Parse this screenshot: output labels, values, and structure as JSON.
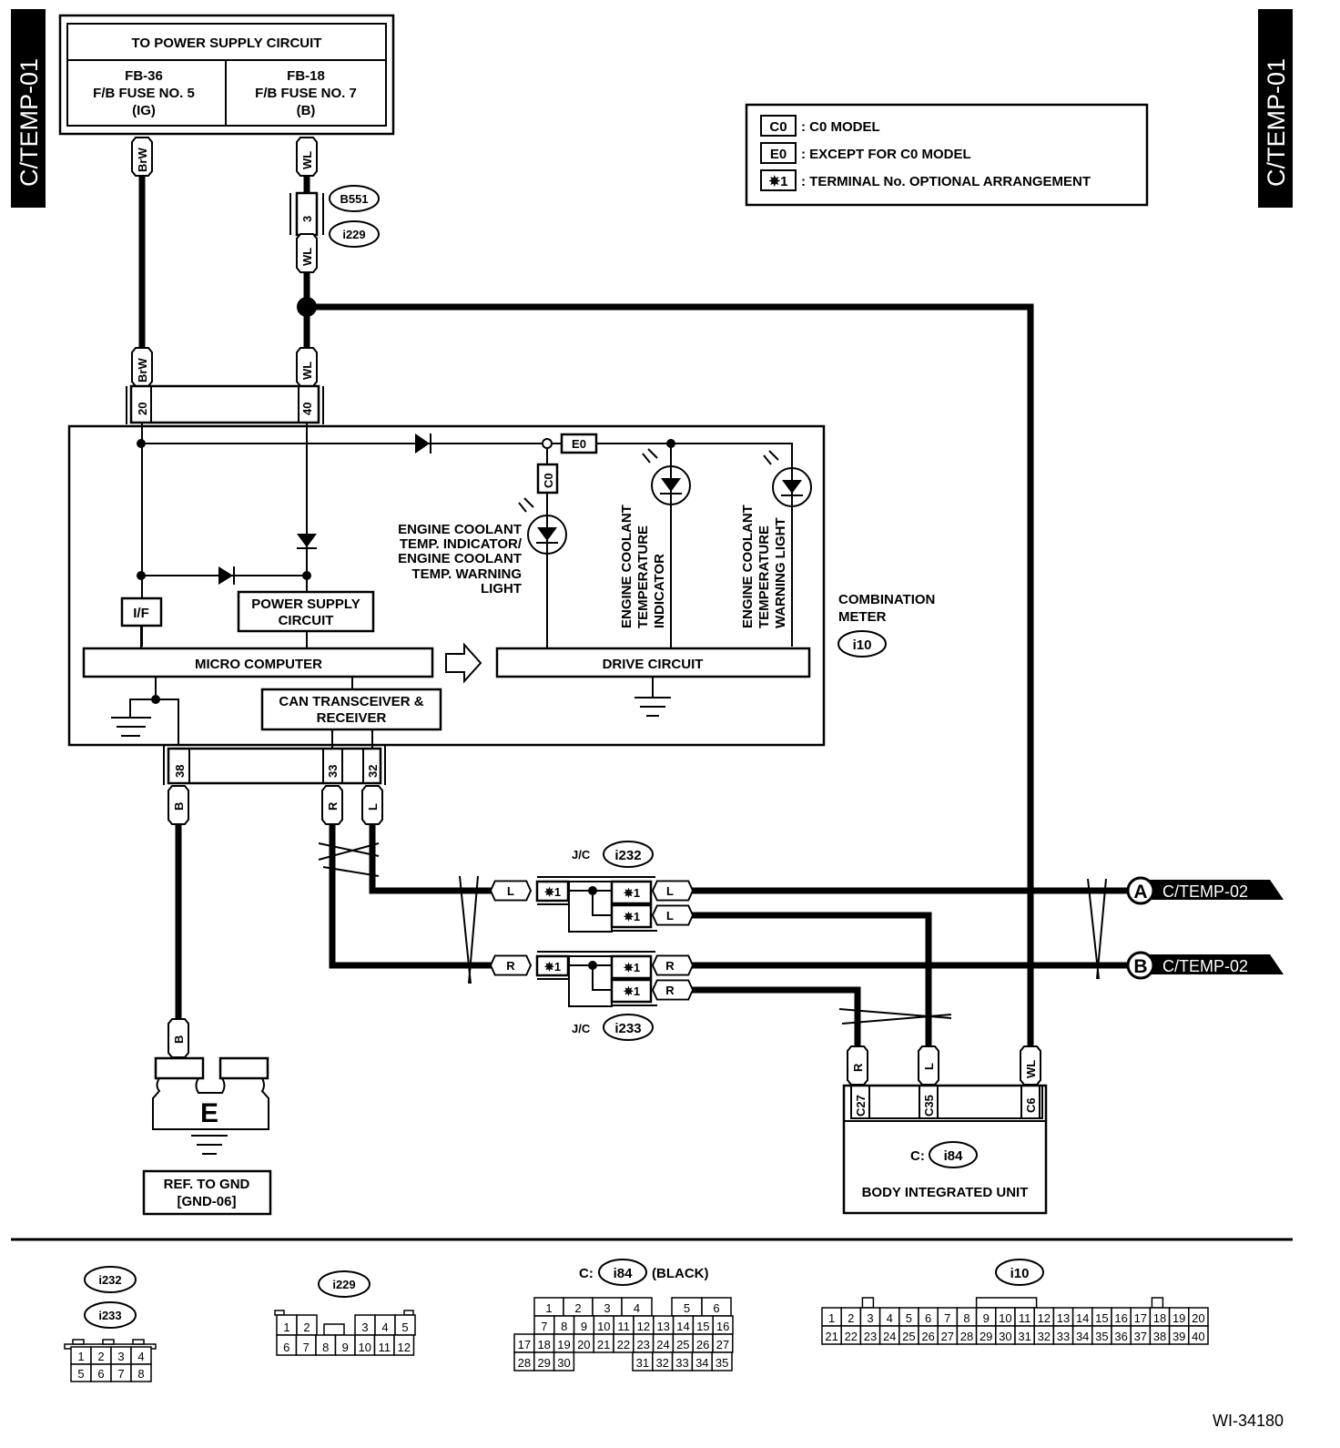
{
  "page_tag": "C/TEMP-01",
  "figure_id": "WI-34180",
  "power_supply": {
    "title": "TO POWER SUPPLY CIRCUIT",
    "left": {
      "l1": "FB-36",
      "l2": "F/B FUSE NO. 5",
      "l3": "(IG)"
    },
    "right": {
      "l1": "FB-18",
      "l2": "F/B FUSE NO. 7",
      "l3": "(B)"
    }
  },
  "legend": [
    {
      "code": "C0",
      "text": ": C0 MODEL"
    },
    {
      "code": "E0",
      "text": ": EXCEPT FOR C0 MODEL"
    },
    {
      "code": "✵1",
      "text": ": TERMINAL No. OPTIONAL ARRANGEMENT"
    }
  ],
  "wires": {
    "brw": "BrW",
    "wl": "WL",
    "b": "B",
    "r": "R",
    "l": "L"
  },
  "connectors": {
    "b551": "B551",
    "i229": "i229",
    "i232": "i232",
    "i233": "i233",
    "i10": "i10",
    "i84": "i84",
    "b551_pin": "3",
    "meter_pins_top": [
      "20",
      "40"
    ],
    "meter_pins_bottom": [
      "38",
      "33",
      "32"
    ],
    "biu_pins": [
      "C27",
      "C35",
      "C6"
    ],
    "jc_label": "J/C",
    "star1": "✵1"
  },
  "meter": {
    "name_l1": "COMBINATION",
    "name_l2": "METER",
    "if": "I/F",
    "psc_l1": "POWER SUPPLY",
    "psc_l2": "CIRCUIT",
    "micro": "MICRO COMPUTER",
    "can_l1": "CAN TRANSCEIVER &",
    "can_l2": "RECEIVER",
    "drive": "DRIVE CIRCUIT",
    "e0": "E0",
    "c0": "C0",
    "lamp1": [
      "ENGINE COOLANT",
      "TEMP. INDICATOR/",
      "ENGINE COOLANT",
      "TEMP. WARNING",
      "LIGHT"
    ],
    "lamp2": [
      "ENGINE COOLANT",
      "TEMPERATURE",
      "INDICATOR"
    ],
    "lamp3": [
      "ENGINE COOLANT",
      "TEMPERATURE",
      "WARNING LIGHT"
    ]
  },
  "ground": {
    "letter": "E",
    "ref_l1": "REF. TO GND",
    "ref_l2": "[GND-06]"
  },
  "biu": {
    "prefix": "C:",
    "name": "BODY INTEGRATED UNIT"
  },
  "offpage": [
    {
      "letter": "A",
      "label": "C/TEMP-02"
    },
    {
      "letter": "B",
      "label": "C/TEMP-02"
    }
  ],
  "pinouts": {
    "i232_i233": {
      "row1": [
        "1",
        "2",
        "3",
        "4"
      ],
      "row2": [
        "5",
        "6",
        "7",
        "8"
      ]
    },
    "i229": {
      "row1": [
        "1",
        "2",
        "",
        "",
        "3",
        "4",
        "5"
      ],
      "row2": [
        "6",
        "7",
        "8",
        "9",
        "10",
        "11",
        "12"
      ]
    },
    "i84": {
      "color": "(BLACK)",
      "row1": [
        "1",
        "2",
        "3",
        "4",
        "5",
        "6"
      ],
      "row2": [
        "7",
        "8",
        "9",
        "10",
        "11",
        "12",
        "13",
        "14",
        "15",
        "16"
      ],
      "row3": [
        "17",
        "18",
        "19",
        "20",
        "21",
        "22",
        "23",
        "24",
        "25",
        "26",
        "27"
      ],
      "row4": [
        "28",
        "29",
        "30",
        "31",
        "32",
        "33",
        "34",
        "35"
      ]
    },
    "i10": {
      "row1": [
        "1",
        "2",
        "3",
        "4",
        "5",
        "6",
        "7",
        "8",
        "9",
        "10",
        "11",
        "12",
        "13",
        "14",
        "15",
        "16",
        "17",
        "18",
        "19",
        "20"
      ],
      "row2": [
        "21",
        "22",
        "23",
        "24",
        "25",
        "26",
        "27",
        "28",
        "29",
        "30",
        "31",
        "32",
        "33",
        "34",
        "35",
        "36",
        "37",
        "38",
        "39",
        "40"
      ]
    }
  }
}
